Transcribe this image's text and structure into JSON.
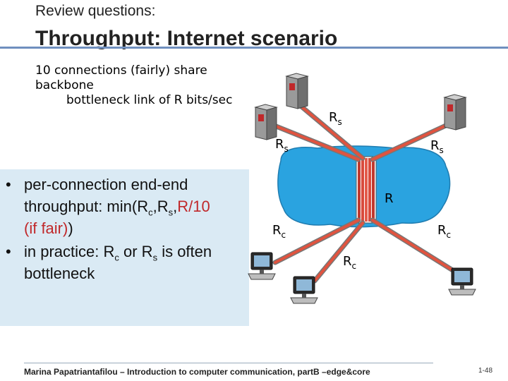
{
  "header": {
    "kicker": "Review questions:",
    "title": "Throughput: Internet scenario"
  },
  "scenario": {
    "line1": "10 connections (fairly) share backbone",
    "line2": "bottleneck link of R bits/sec"
  },
  "bullets": {
    "b1": {
      "p1": "per-connection end-end throughput: min(R",
      "sub1": "c",
      "p2": ",R",
      "sub2": "s",
      "p3": ",",
      "red1": "R/10",
      "red2": "(if fair)",
      "p4": ")"
    },
    "b2": {
      "p1": "in practice: R",
      "sub1": "c",
      "p2": " or R",
      "sub2": "s",
      "p3": " is often bottleneck"
    }
  },
  "labels": {
    "R": "R",
    "R_letter": "R",
    "s": "s",
    "c": "c"
  },
  "footer": {
    "text": "Marina Papatriantafilou –  Introduction to computer communication, partB –edge&core",
    "page": "1-48"
  },
  "colors": {
    "cloud": "#2aa3e0",
    "link": "#d94a3a",
    "title_rule": "#6f8fbf",
    "panel": "#daeaf4",
    "accent_red": "#c0282a"
  }
}
